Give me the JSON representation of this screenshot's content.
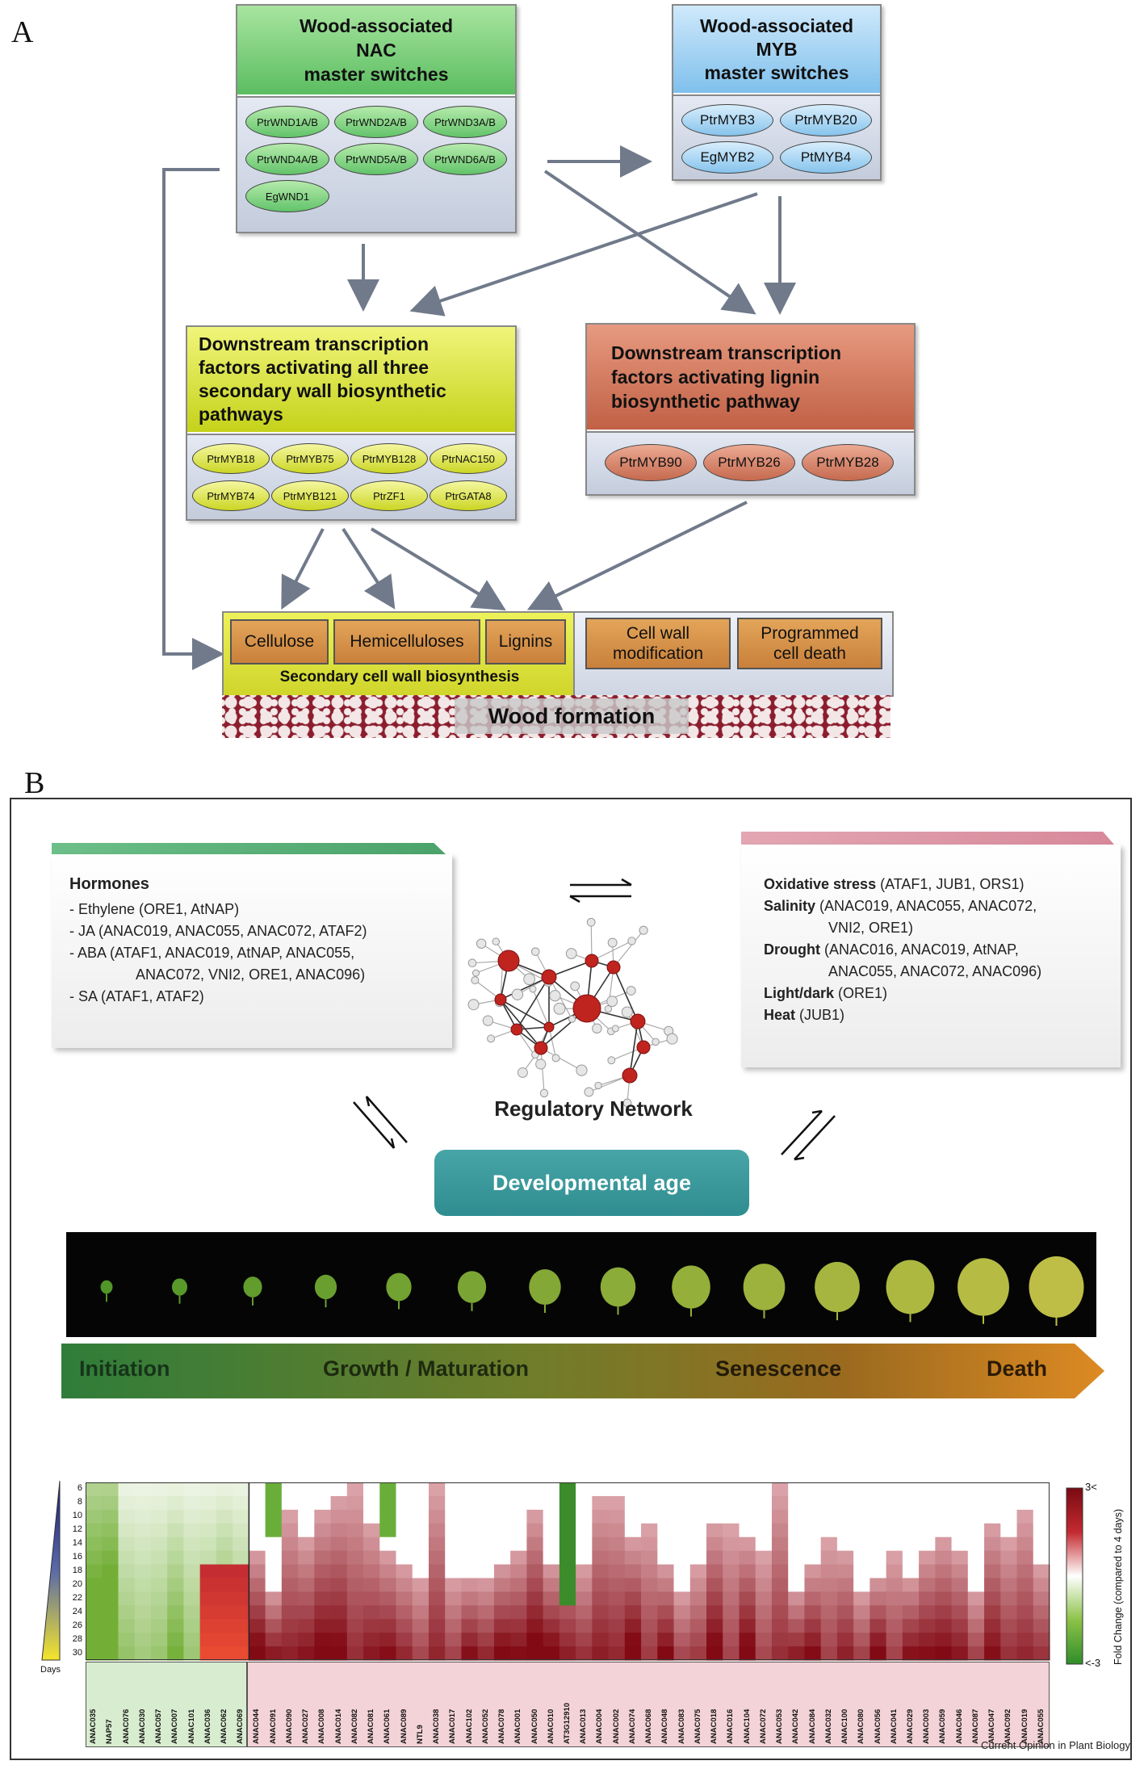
{
  "panel_a": {
    "letter": "A",
    "nac": {
      "title": [
        "Wood-associated",
        "NAC",
        "master switches"
      ],
      "genes": [
        "PtrWND1A/B",
        "PtrWND2A/B",
        "PtrWND3A/B",
        "PtrWND4A/B",
        "PtrWND5A/B",
        "PtrWND6A/B",
        "EgWND1"
      ]
    },
    "myb": {
      "title": [
        "Wood-associated",
        "MYB",
        "master switches"
      ],
      "genes": [
        "PtrMYB3",
        "PtrMYB20",
        "EgMYB2",
        "PtMYB4"
      ]
    },
    "downstream_all": {
      "title": [
        "Downstream transcription",
        "factors activating all three",
        "secondary wall biosynthetic",
        "pathways"
      ],
      "genes": [
        "PtrMYB18",
        "PtrMYB75",
        "PtrMYB128",
        "PtrNAC150",
        "PtrMYB74",
        "PtrMYB121",
        "PtrZF1",
        "PtrGATA8"
      ]
    },
    "downstream_lignin": {
      "title": [
        "Downstream transcription",
        "factors activating lignin",
        "biosynthetic pathway"
      ],
      "genes": [
        "PtrMYB90",
        "PtrMYB26",
        "PtrMYB28"
      ]
    },
    "wall": {
      "cellulose": "Cellulose",
      "hemicelluloses": "Hemicelluloses",
      "lignins": "Lignins",
      "modification": [
        "Cell wall",
        "modification"
      ],
      "pcd": [
        "Programmed",
        "cell death"
      ],
      "scw_label": "Secondary cell wall biosynthesis",
      "wood_label": "Wood formation"
    },
    "colors": {
      "nac": "#7fd27a",
      "myb": "#a9d7f5",
      "yellow": "#dde13a",
      "brown": "#d0785a",
      "arrow": "#707a8a"
    }
  },
  "panel_b": {
    "letter": "B",
    "hormones": {
      "title": "Hormones",
      "lines": [
        "- Ethylene (ORE1, AtNAP)",
        "- JA (ANAC019, ANAC055, ANAC072, ATAF2)",
        "- ABA (ATAF1, ANAC019, AtNAP, ANAC055,",
        "ANAC072, VNI2, ORE1, ANAC096)",
        "- SA (ATAF1, ATAF2)"
      ]
    },
    "stress": [
      {
        "bold": "Oxidative stress",
        "rest": " (ATAF1, JUB1, ORS1)"
      },
      {
        "bold": "Salinity",
        "rest": " (ANAC019, ANAC055, ANAC072,"
      },
      {
        "bold": "",
        "rest": "VNI2, ORE1)"
      },
      {
        "bold": "Drought",
        "rest": " (ANAC016, ANAC019, AtNAP,"
      },
      {
        "bold": "",
        "rest": "ANAC055, ANAC072, ANAC096)"
      },
      {
        "bold": "Light/dark",
        "rest": " (ORE1)"
      },
      {
        "bold": "Heat",
        "rest": " (JUB1)"
      }
    ],
    "network_label": "Regulatory Network",
    "dev_age": "Developmental age",
    "stages": [
      "Initiation",
      "Growth / Maturation",
      "Senescence",
      "Death"
    ],
    "heatmap": {
      "days": [
        "6",
        "8",
        "10",
        "12",
        "14",
        "16",
        "18",
        "20",
        "22",
        "24",
        "26",
        "28",
        "30"
      ],
      "days_label": "Days",
      "green_genes": [
        "ANAC035",
        "NAP57",
        "ANAC076",
        "ANAC030",
        "ANAC057",
        "ANAC007",
        "ANAC101",
        "ANAC036",
        "ANAC062",
        "ANAC069"
      ],
      "red_genes": [
        "ANAC044",
        "ANAC091",
        "ANAC090",
        "ANAC027",
        "ANAC008",
        "ANAC014",
        "ANAC082",
        "ANAC081",
        "ANAC061",
        "ANAC089",
        "NTL9",
        "ANAC038",
        "ANAC017",
        "ANAC102",
        "ANAC052",
        "ANAC078",
        "ANAC001",
        "ANAC050",
        "ANAC010",
        "AT3G12910",
        "ANAC013",
        "ANAC004",
        "ANAC002",
        "ANAC074",
        "ANAC068",
        "ANAC048",
        "ANAC083",
        "ANAC075",
        "ANAC018",
        "ANAC016",
        "ANAC104",
        "ANAC072",
        "ANAC053",
        "ANAC042",
        "ANAC084",
        "ANAC032",
        "ANAC100",
        "ANAC080",
        "ANAC056",
        "ANAC041",
        "ANAC029",
        "ANAC003",
        "ANAC059",
        "ANAC046",
        "ANAC087",
        "ANAC047",
        "ANAC092",
        "ANAC019",
        "ANAC055"
      ],
      "legend_title": "Fold Change (compared to 4 days)",
      "legend_top": "3<",
      "legend_bottom": "<-3"
    },
    "credit": "Current Opinion in Plant Biology"
  }
}
